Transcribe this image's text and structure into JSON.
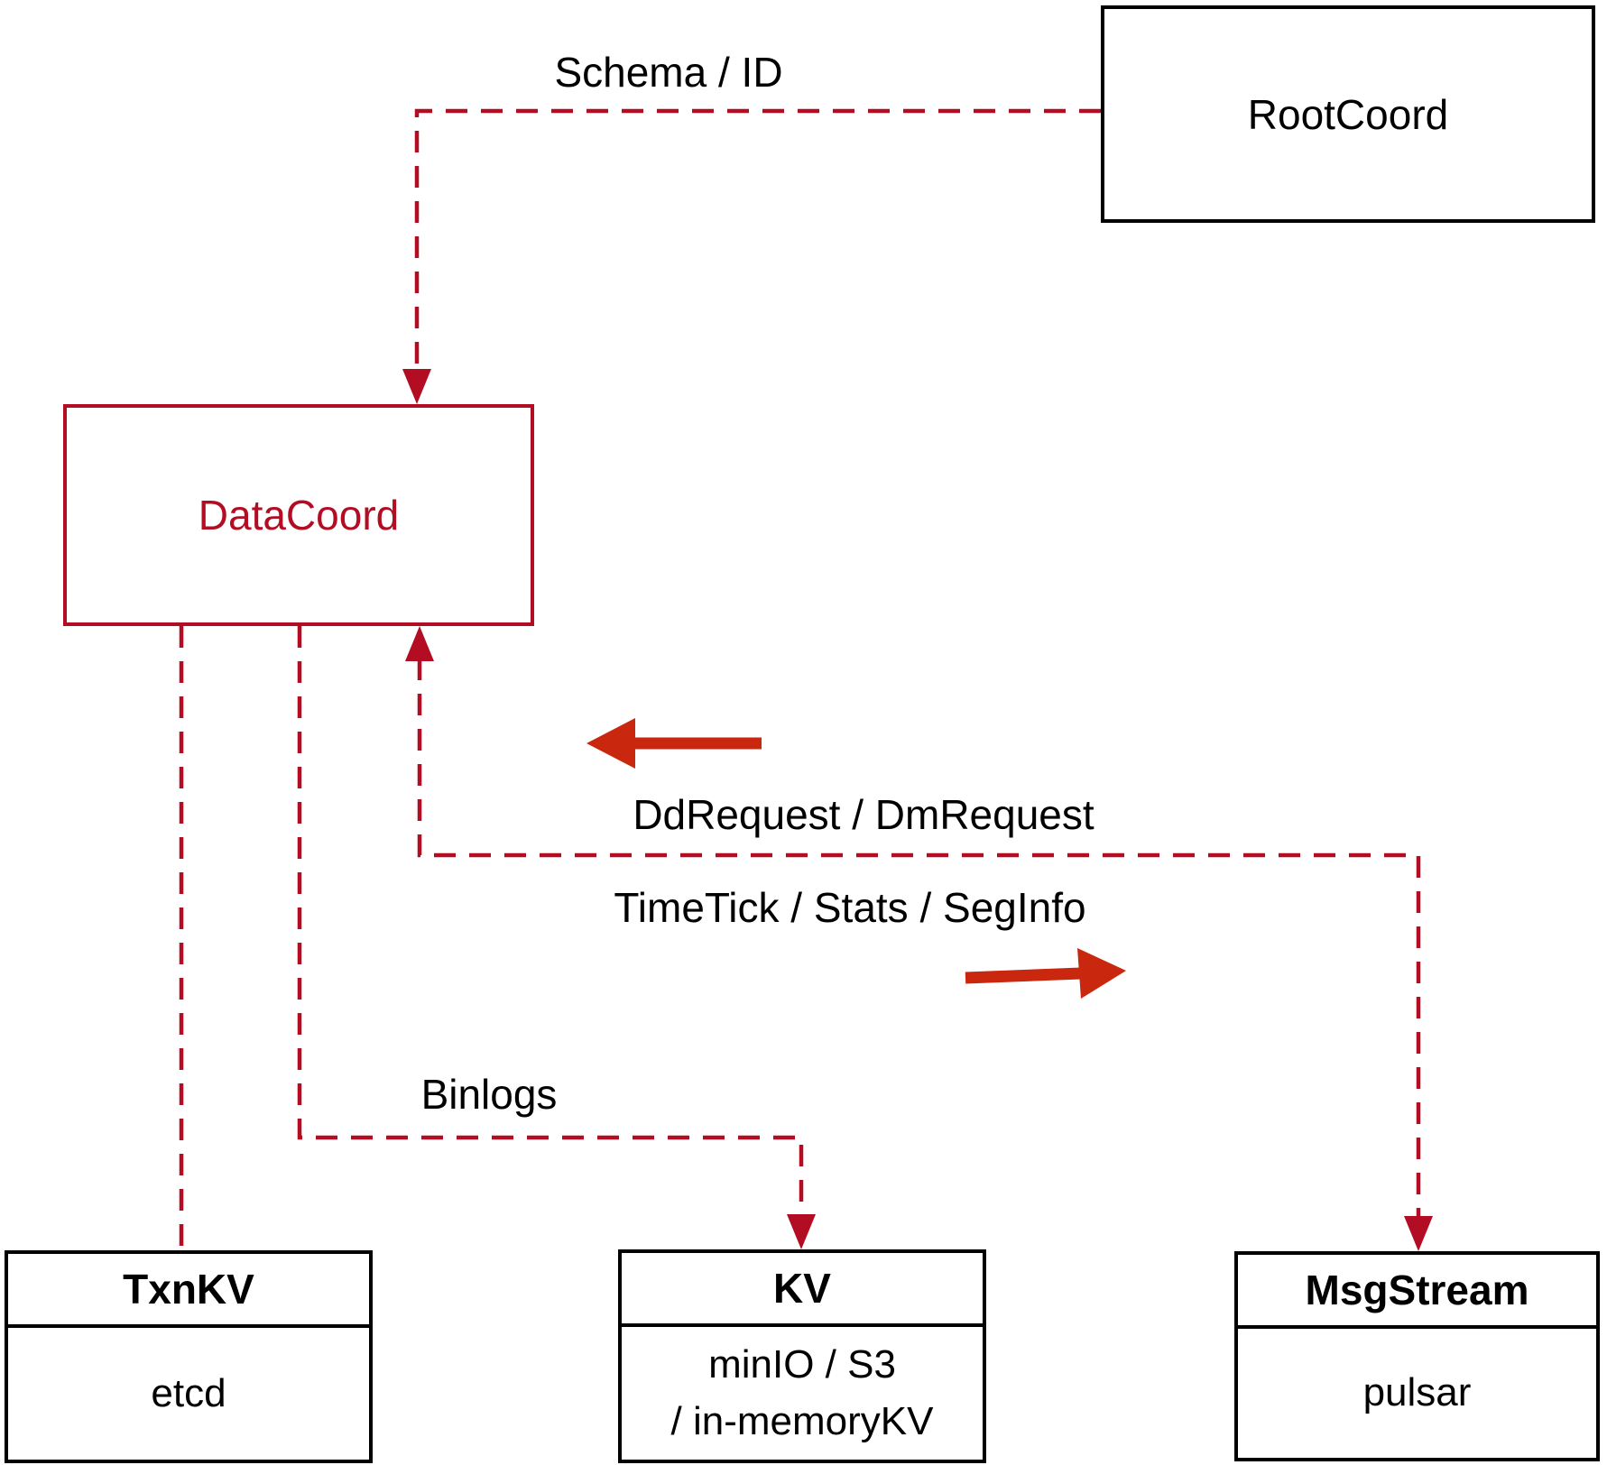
{
  "diagram": {
    "nodes": {
      "rootcoord": {
        "label": "RootCoord"
      },
      "datacoord": {
        "label": "DataCoord"
      },
      "txnkv": {
        "title": "TxnKV",
        "body": "etcd"
      },
      "kv": {
        "title": "KV",
        "body_line1": "minIO / S3",
        "body_line2": "/ in-memoryKV"
      },
      "msgstream": {
        "title": "MsgStream",
        "body": "pulsar"
      }
    },
    "edge_labels": {
      "schema": "Schema / ID",
      "ddrequest": "DdRequest / DmRequest",
      "timetick": "TimeTick / Stats / SegInfo",
      "binlogs": "Binlogs"
    },
    "colors": {
      "connector_red": "#b30d23",
      "arrow_red": "#c9270e",
      "line_black": "#000000",
      "text_black": "#000000"
    }
  }
}
